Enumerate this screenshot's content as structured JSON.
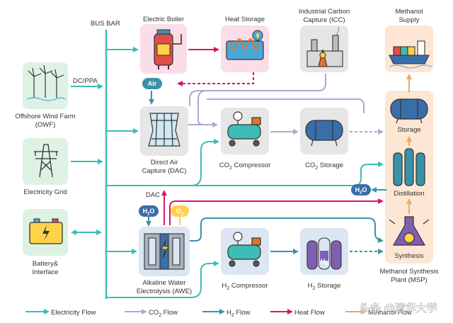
{
  "bus_bar": "BUS BAR",
  "dc_ppa": "DC/PPA",
  "sources": {
    "owf": [
      "Offshore Wind Farm",
      "(OWF)"
    ],
    "grid": "Electricity Grid",
    "battery": [
      "Battery&",
      "Interface"
    ]
  },
  "nodes": {
    "electric_boiler": "Electric Boiler",
    "heat_storage": "Heat Storage",
    "icc": [
      "Industrial Carbon",
      "Capture (ICC)"
    ],
    "methanol_supply": [
      "Methanol",
      "Supply"
    ],
    "dac": [
      "Direct Air",
      "Capture (DAC)"
    ],
    "co2_compressor": [
      "CO",
      "2",
      " Compressor"
    ],
    "co2_storage": [
      "CO",
      "2",
      " Storage"
    ],
    "awe": [
      "Alkaline Water",
      "Electrolysis (AWE)"
    ],
    "h2_compressor": [
      "H",
      "2",
      " Compressor"
    ],
    "h2_storage": [
      "H",
      "2",
      " Storage"
    ],
    "storage": "Storage",
    "distillation": "Distillation",
    "synthesis": "Synthesis",
    "msp": [
      "Methanol Synthesis",
      "Plant (MSP)"
    ],
    "dac_output": "DAC"
  },
  "bubbles": {
    "air": "Air",
    "h2o_awe": [
      "H",
      "2",
      "O"
    ],
    "o2": [
      "O",
      "2"
    ],
    "h2o_dist": [
      "H",
      "2",
      "O"
    ],
    "h2_tank": [
      "H",
      "2"
    ]
  },
  "legend": [
    {
      "label": [
        "Electricity Flow"
      ],
      "color": "#3cbdb5"
    },
    {
      "label": [
        "CO",
        "2",
        " Flow"
      ],
      "color": "#b3a7cf"
    },
    {
      "label": [
        "H",
        "2",
        " Flow"
      ],
      "color": "#3a92a8"
    },
    {
      "label": [
        "Heat Flow"
      ],
      "color": "#d6166f"
    },
    {
      "label": [
        "Methanol Flow"
      ],
      "color": "#f0a85f"
    }
  ],
  "watermark": "头条 @清华大学",
  "colors": {
    "electricity": "#3cbdb5",
    "co2": "#b3a7cf",
    "h2": "#3a92a8",
    "heat": "#d6166f",
    "methanol": "#f0a85f",
    "green_bg": "#ddf2e3",
    "pink_bg": "#fbdde9",
    "blue_bg": "#dbe6f2",
    "grey_bg": "#e6e6e6",
    "orange_bg": "#fde6d4"
  }
}
